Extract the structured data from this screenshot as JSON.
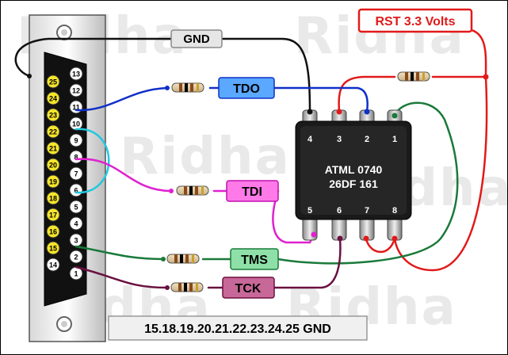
{
  "watermark": "Ridha",
  "connector": {
    "top_pins": [
      "13",
      "12",
      "11",
      "10",
      "9",
      "8",
      "7",
      "6",
      "5",
      "4",
      "3",
      "2",
      "1"
    ],
    "bottom_pins": [
      "25",
      "24",
      "23",
      "22",
      "21",
      "20",
      "19",
      "18",
      "17",
      "16",
      "15",
      "14"
    ]
  },
  "chip": {
    "line1": "ATML 0740",
    "line2": "26DF 161",
    "top_pins": [
      "4",
      "3",
      "2",
      "1"
    ],
    "bottom_pins": [
      "5",
      "6",
      "7",
      "8"
    ]
  },
  "labels": {
    "gnd": "GND",
    "rst": "RST 3.3 Volts",
    "tdo": "TDO",
    "tdi": "TDI",
    "tms": "TMS",
    "tck": "TCK"
  },
  "footer": "15.18.19.20.21.22.23.24.25 GND",
  "colors": {
    "gnd": "#111111",
    "rst": "#e11a1a",
    "tdo": "#1030c8",
    "tdi": "#e020d0",
    "tms": "#1a7a3a",
    "tck": "#6a1040",
    "loop": "#20c8e0"
  }
}
